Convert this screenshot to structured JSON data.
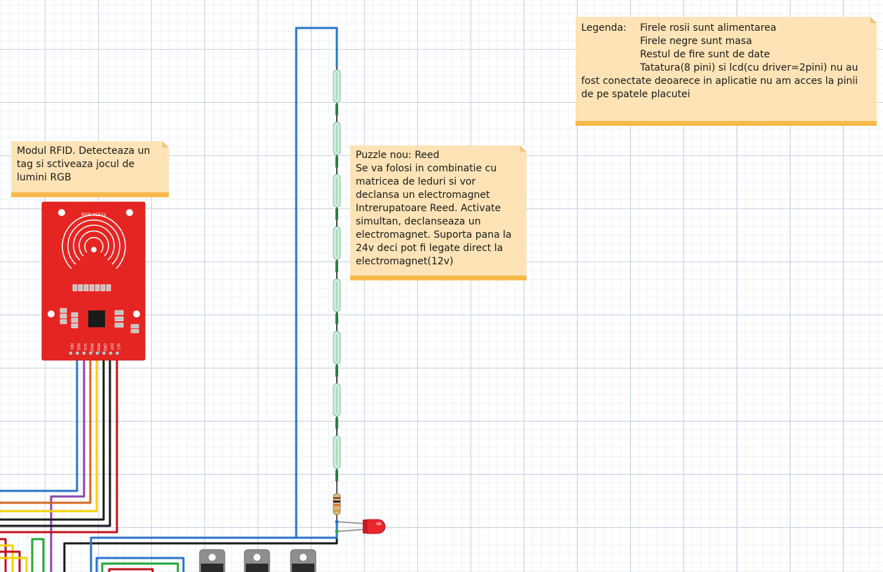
{
  "notes": {
    "legend": {
      "title": "Legenda:",
      "lines": [
        "Firele rosii sunt alimentarea",
        "Firele negre sunt masa",
        "Restul de fire sunt de date"
      ],
      "long_line": "Tatatura(8 pini) si lcd(cu driver=2pini) nu au fost conectate deoarece in aplicatie nu am acces la pinii de pe spatele placutei"
    },
    "rfid": {
      "text": "Modul RFID. Detecteaza un tag si sctiveaza jocul de lumini RGB"
    },
    "reed": {
      "title": "Puzzle nou: Reed",
      "text": "Se va folosi in combinatie cu matricea de leduri si vor declansa un electromagnet Intrerupatoare Reed. Activate simultan, declanseaza un electromagnet. Suporta pana la 24v deci pot fi legate direct la electromagnet(12v)"
    }
  },
  "rfid_module": {
    "model_label": "RFID RC522",
    "pins": [
      "IRQ",
      "NSS",
      "SCK",
      "MOSI",
      "MISO",
      "GND",
      "RST",
      "VCC"
    ],
    "board_color": "#e52521"
  },
  "components": {
    "reed_switch_count": 8,
    "resistor_count": 1,
    "led_color": "#e8262b",
    "regulator_count": 3
  },
  "colors": {
    "power_wire": "#c1121c",
    "ground_wire": "#1a1a1a",
    "data_wire_blue": "#2b74c8",
    "data_wire_purple": "#8e44ad",
    "data_wire_orange": "#d2691e",
    "data_wire_yellow": "#f2d300",
    "data_wire_green": "#22a83a",
    "note_fill": "#fde3b5",
    "note_stripe": "#f7b94a"
  }
}
